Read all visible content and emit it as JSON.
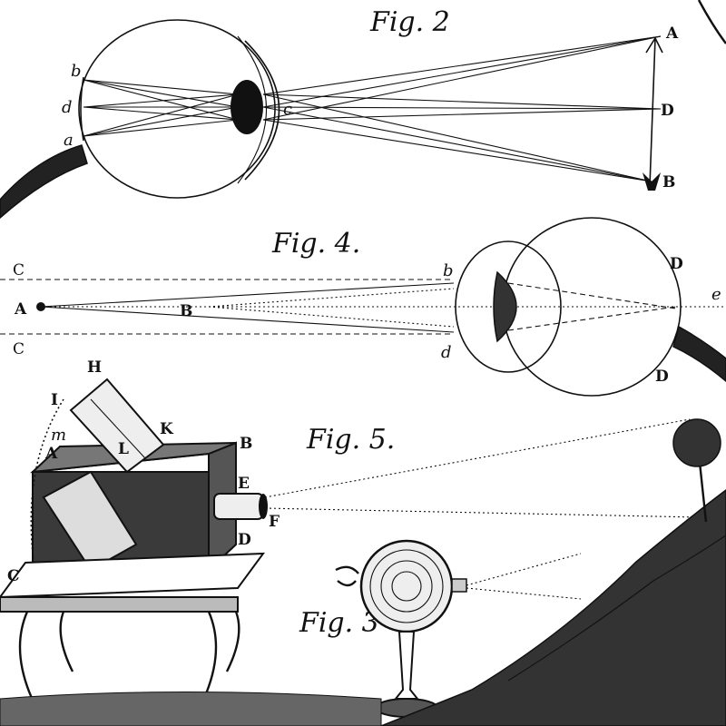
{
  "figures": {
    "fig2": {
      "title": "Fig. 2",
      "labels": {
        "b": "b",
        "d": "d",
        "a": "a",
        "c": "c",
        "A": "A",
        "D": "D",
        "B": "B"
      }
    },
    "fig4": {
      "title": "Fig. 4.",
      "labels": {
        "C_top": "C",
        "C_bottom": "C",
        "A": "A",
        "B": "B",
        "b": "b",
        "d": "d",
        "D_top": "D",
        "D_bottom": "D",
        "e": "e"
      }
    },
    "fig5": {
      "title": "Fig. 5.",
      "labels": {
        "H": "H",
        "I": "I",
        "K": "K",
        "m": "m",
        "A": "A",
        "L": "L",
        "B": "B",
        "E": "E",
        "F": "F",
        "D": "D",
        "C": "C"
      }
    },
    "fig3": {
      "title": "Fig. 3"
    }
  },
  "colors": {
    "ink": "#111111",
    "paper": "#ffffff"
  }
}
